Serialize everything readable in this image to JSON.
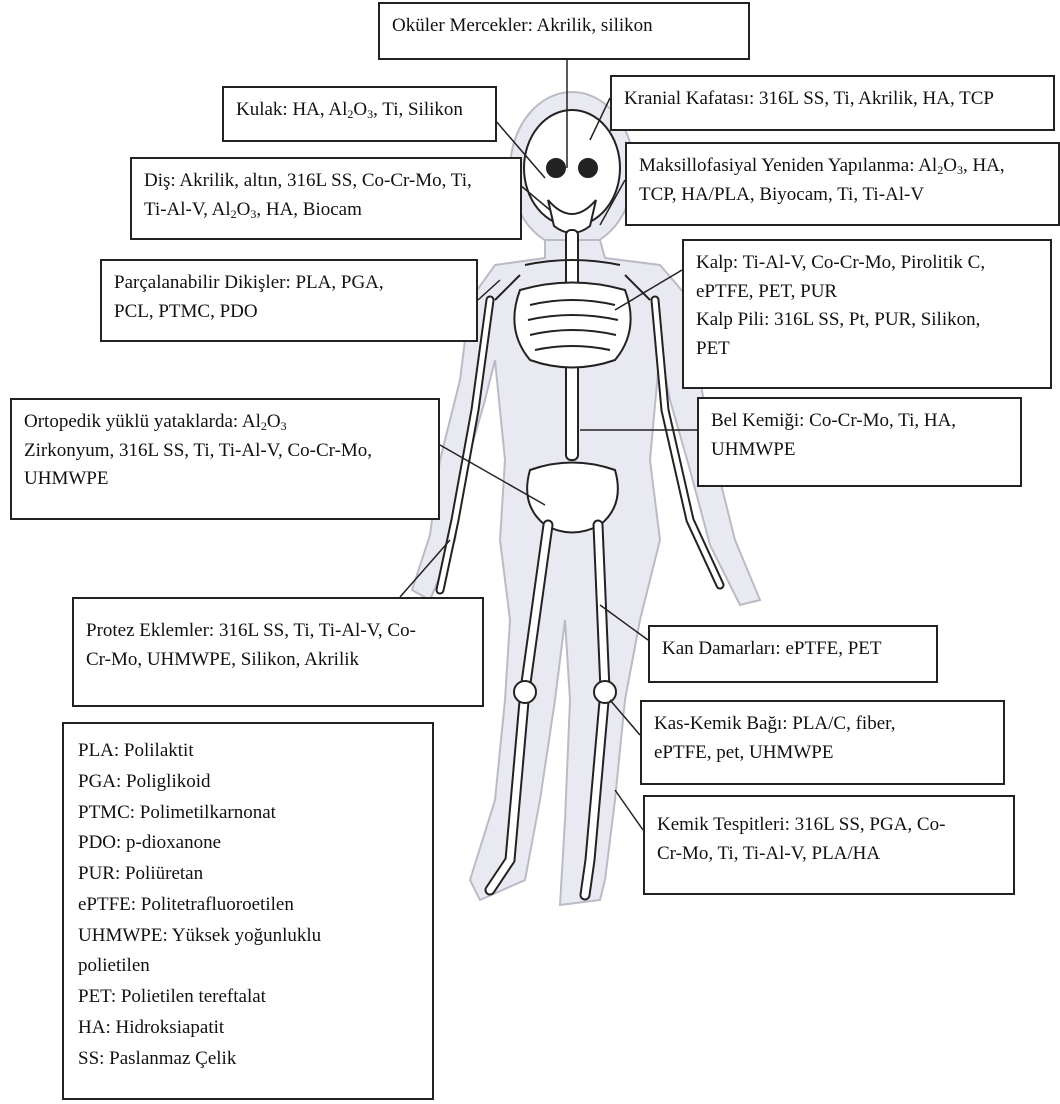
{
  "callouts": {
    "okuler": [
      "Oküler   Mercekler: Akrilik, silikon"
    ],
    "kulak": [
      "Kulak: HA, Al",
      "2",
      "O",
      "3",
      ", Ti, Silikon"
    ],
    "kranial": [
      "Kranial Kafatası: 316L SS, Ti, Akrilik, HA, TCP"
    ],
    "dis": {
      "line1": "Diş: Akrilik, altın, 316L SS, Co-Cr-Mo, Ti,",
      "line2": [
        "Ti-Al-V, Al",
        "2",
        "O",
        "3",
        ", HA, Biocam"
      ]
    },
    "maksillofasiyal": {
      "line1": [
        "Maksillofasiyal Yeniden Yapılanma: Al",
        "2",
        "O",
        "3",
        ", HA,"
      ],
      "line2": "TCP, HA/PLA, Biyocam, Ti, Ti-Al-V"
    },
    "dikisler": {
      "line1": "Parçalanabilir Dikişler: PLA, PGA,",
      "line2": "PCL, PTMC, PDO"
    },
    "kalp": {
      "line1": "Kalp: Ti-Al-V, Co-Cr-Mo, Pirolitik C,",
      "line2": "ePTFE, PET, PUR",
      "line3": "Kalp Pili: 316L SS, Pt, PUR, Silikon,",
      "line4": "PET"
    },
    "ortopedik": {
      "line1": [
        "Ortopedik yüklü yataklarda: Al",
        "2",
        "O",
        "3"
      ],
      "line2": "Zirkonyum, 316L SS, Ti, Ti-Al-V, Co-Cr-Mo,",
      "line3": "UHMWPE"
    },
    "bel": {
      "line1": "Bel Kemiği: Co-Cr-Mo, Ti, HA,",
      "line2": "UHMWPE"
    },
    "protez": {
      "line1": "Protez Eklemler: 316L SS, Ti, Ti-Al-V, Co-",
      "line2": "Cr-Mo, UHMWPE, Silikon, Akrilik"
    },
    "kan": {
      "line1": "Kan Damarları: ePTFE, PET"
    },
    "kas": {
      "line1": "Kas-Kemik Bağı: PLA/C, fiber,",
      "line2": "ePTFE, pet, UHMWPE"
    },
    "kemik": {
      "line1": "Kemik Tespitleri: 316L SS, PGA, Co-",
      "line2": "Cr-Mo, Ti, Ti-Al-V, PLA/HA"
    }
  },
  "legend": [
    "PLA: Polilaktit",
    "PGA: Poliglikoid",
    "PTMC: Polimetilkarnonat",
    "PDO: p-dioxanone",
    "PUR: Poliüretan",
    "ePTFE: Politetrafluoroetilen",
    "UHMWPE: Yüksek yoğunluklu",
    "polietilen",
    "PET: Polietilen tereftalat",
    "HA: Hidroksiapatit",
    "SS: Paslanmaz Çelik"
  ],
  "colors": {
    "silhouette": "#e9e9f2",
    "bone": "#ffffff",
    "stroke": "#222222"
  }
}
